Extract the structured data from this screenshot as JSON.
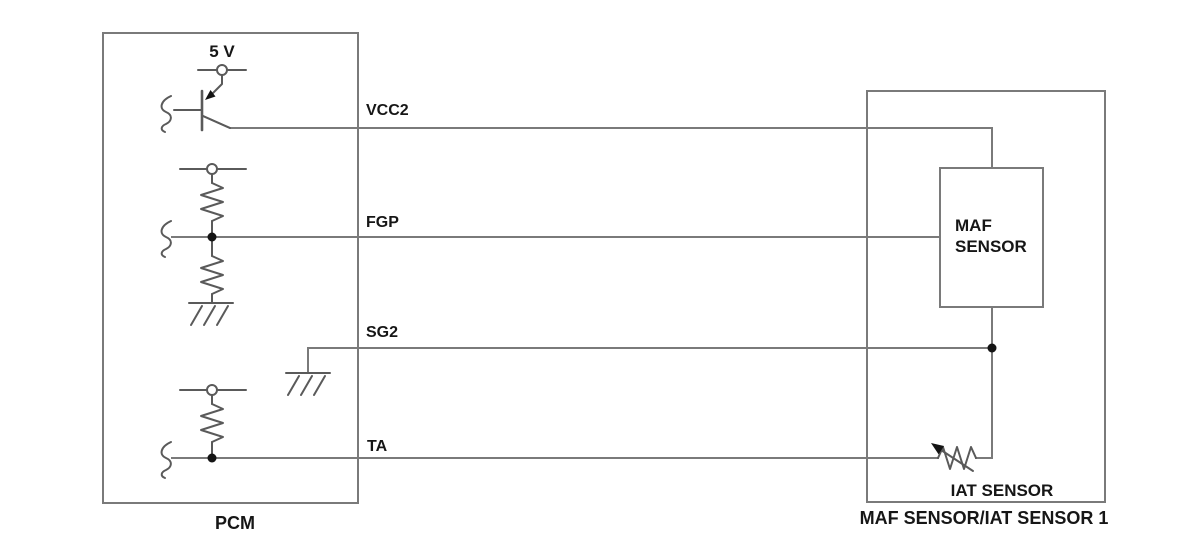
{
  "pcm": {
    "label": "PCM",
    "supply_label": "5 V",
    "pins": {
      "vcc2": "VCC2",
      "fgp": "FGP",
      "sg2": "SG2",
      "ta": "TA"
    }
  },
  "sensor_module": {
    "label": "MAF SENSOR/IAT SENSOR 1",
    "maf_label_line1": "MAF",
    "maf_label_line2": "SENSOR",
    "iat_label": "IAT SENSOR"
  },
  "colors": {
    "background": "#ffffff",
    "wire": "#7a7a7a",
    "component": "#5a5a5a",
    "text": "#161616",
    "junction": "#141414"
  },
  "symbols": {
    "transistor-icon": "transistor fed from 5 V terminal",
    "power-terminal-icon": "open-circle supply terminal",
    "resistor-icon": "zigzag resistor",
    "ground-icon": "chassis ground with hatch marks",
    "wire-break-icon": "wire continuation squiggle",
    "junction-dot": "solid wire junction dot",
    "thermistor-icon": "variable resistor with diagonal arrow"
  }
}
